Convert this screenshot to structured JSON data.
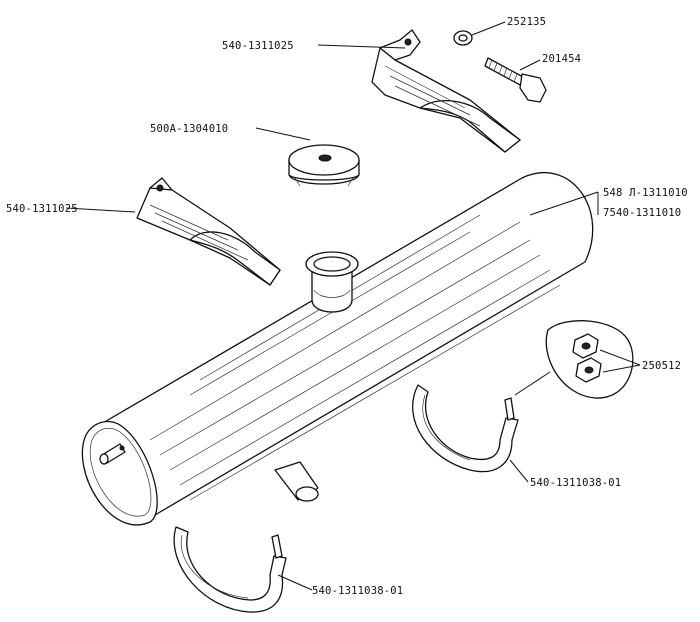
{
  "labels": {
    "bolt_tab_top": "540-1311025",
    "washer": "252135",
    "bolt": "201454",
    "cap": "500A-1304010",
    "bracket_left": "540-1311025",
    "tank_1": "548 Л-1311010",
    "tank_2": "7540-1311010",
    "nuts": "250512",
    "strap_right": "540-1311038-01",
    "strap_bottom": "540-1311038-01"
  }
}
